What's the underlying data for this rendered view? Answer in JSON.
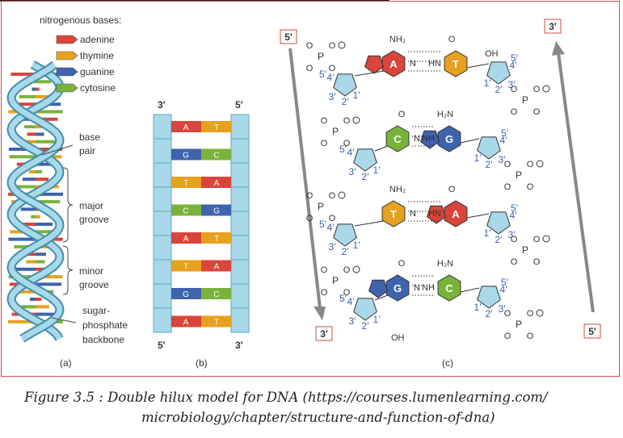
{
  "legend": {
    "title": "nitrogenous bases:",
    "items": [
      {
        "label": "adenine",
        "color": "#d9453a"
      },
      {
        "label": "thymine",
        "color": "#e6a11f"
      },
      {
        "label": "guanine",
        "color": "#3f63ad"
      },
      {
        "label": "cytosine",
        "color": "#7ab33b"
      }
    ]
  },
  "panel_a": {
    "labels": {
      "base_pair": [
        "base",
        "pair"
      ],
      "major_groove": [
        "major",
        "groove"
      ],
      "minor_groove": [
        "minor",
        "groove"
      ],
      "backbone": [
        "sugar-",
        "phosphate",
        "backbone"
      ]
    },
    "panel_label": "(a)"
  },
  "panel_b": {
    "top_left": "3′",
    "top_right": "5′",
    "bottom_left": "5′",
    "bottom_right": "3′",
    "pairs": [
      [
        "A",
        "T"
      ],
      [
        "G",
        "C"
      ],
      [
        "T",
        "A"
      ],
      [
        "C",
        "G"
      ],
      [
        "A",
        "T"
      ],
      [
        "T",
        "A"
      ],
      [
        "G",
        "C"
      ],
      [
        "A",
        "T"
      ]
    ],
    "panel_label": "(b)"
  },
  "panel_c": {
    "left_top": "5′",
    "left_bottom": "3′",
    "right_top": "3′",
    "right_bottom": "5′",
    "pairs": [
      [
        "A",
        "T"
      ],
      [
        "C",
        "G"
      ],
      [
        "T",
        "A"
      ],
      [
        "G",
        "C"
      ]
    ],
    "atoms": {
      "nh2": "NH₂",
      "h2n": "H₂N",
      "hn": "HN",
      "nh": "NH",
      "n": "N",
      "o": "O",
      "p": "P",
      "oh": "OH",
      "prime1": "1′",
      "prime2": "2′",
      "prime3": "3′",
      "prime4": "4′",
      "prime5": "5′"
    },
    "panel_label": "(c)"
  },
  "colors": {
    "A": "#d9453a",
    "T": "#e6a11f",
    "G": "#3f63ad",
    "C": "#7ab33b",
    "backbone": "#a9d8e8",
    "frame": "#d24a4a",
    "prime": "#3c5fa8"
  },
  "caption": {
    "line1": "Figure 3.5 : Double hilux model for DNA (https://courses.lumenlearning.com/",
    "line2": "microbiology/chapter/structure-and-function-of-dna)"
  }
}
